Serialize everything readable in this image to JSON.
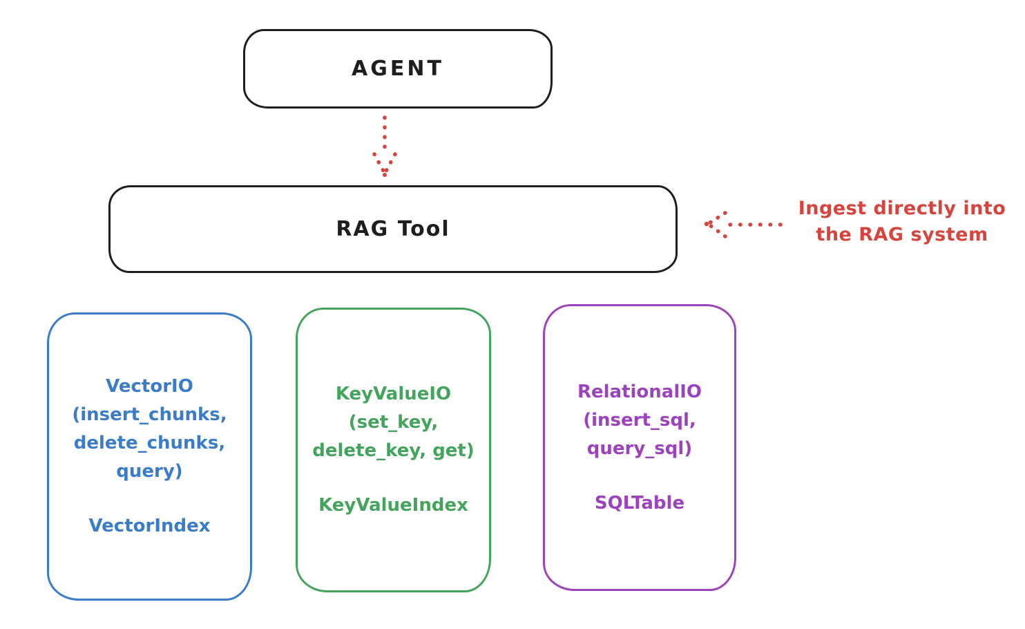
{
  "diagram": {
    "agent": {
      "label": "AGENT"
    },
    "rag_tool": {
      "label": "RAG Tool"
    },
    "annotation": {
      "line1": "Ingest directly into",
      "line2": "the RAG system"
    },
    "storage_boxes": [
      {
        "name": "VectorIO",
        "body": "VectorIO\n(insert_chunks,\ndelete_chunks,\nquery)",
        "index_label": "VectorIndex",
        "color": "#3b7cc9"
      },
      {
        "name": "KeyValueIO",
        "body": "KeyValueIO\n(set_key,\ndelete_key, get)",
        "index_label": "KeyValueIndex",
        "color": "#44a35c"
      },
      {
        "name": "RelationalIO",
        "body": "RelationalIO\n(insert_sql,\nquery_sql)",
        "index_label": "SQLTable",
        "color": "#9d42bd"
      }
    ],
    "colors": {
      "stroke": "#1e1e1e",
      "red": "#d6453d",
      "blue": "#3b7cc9",
      "green": "#44a35c",
      "purple": "#9d42bd",
      "background": "#ffffff"
    }
  }
}
